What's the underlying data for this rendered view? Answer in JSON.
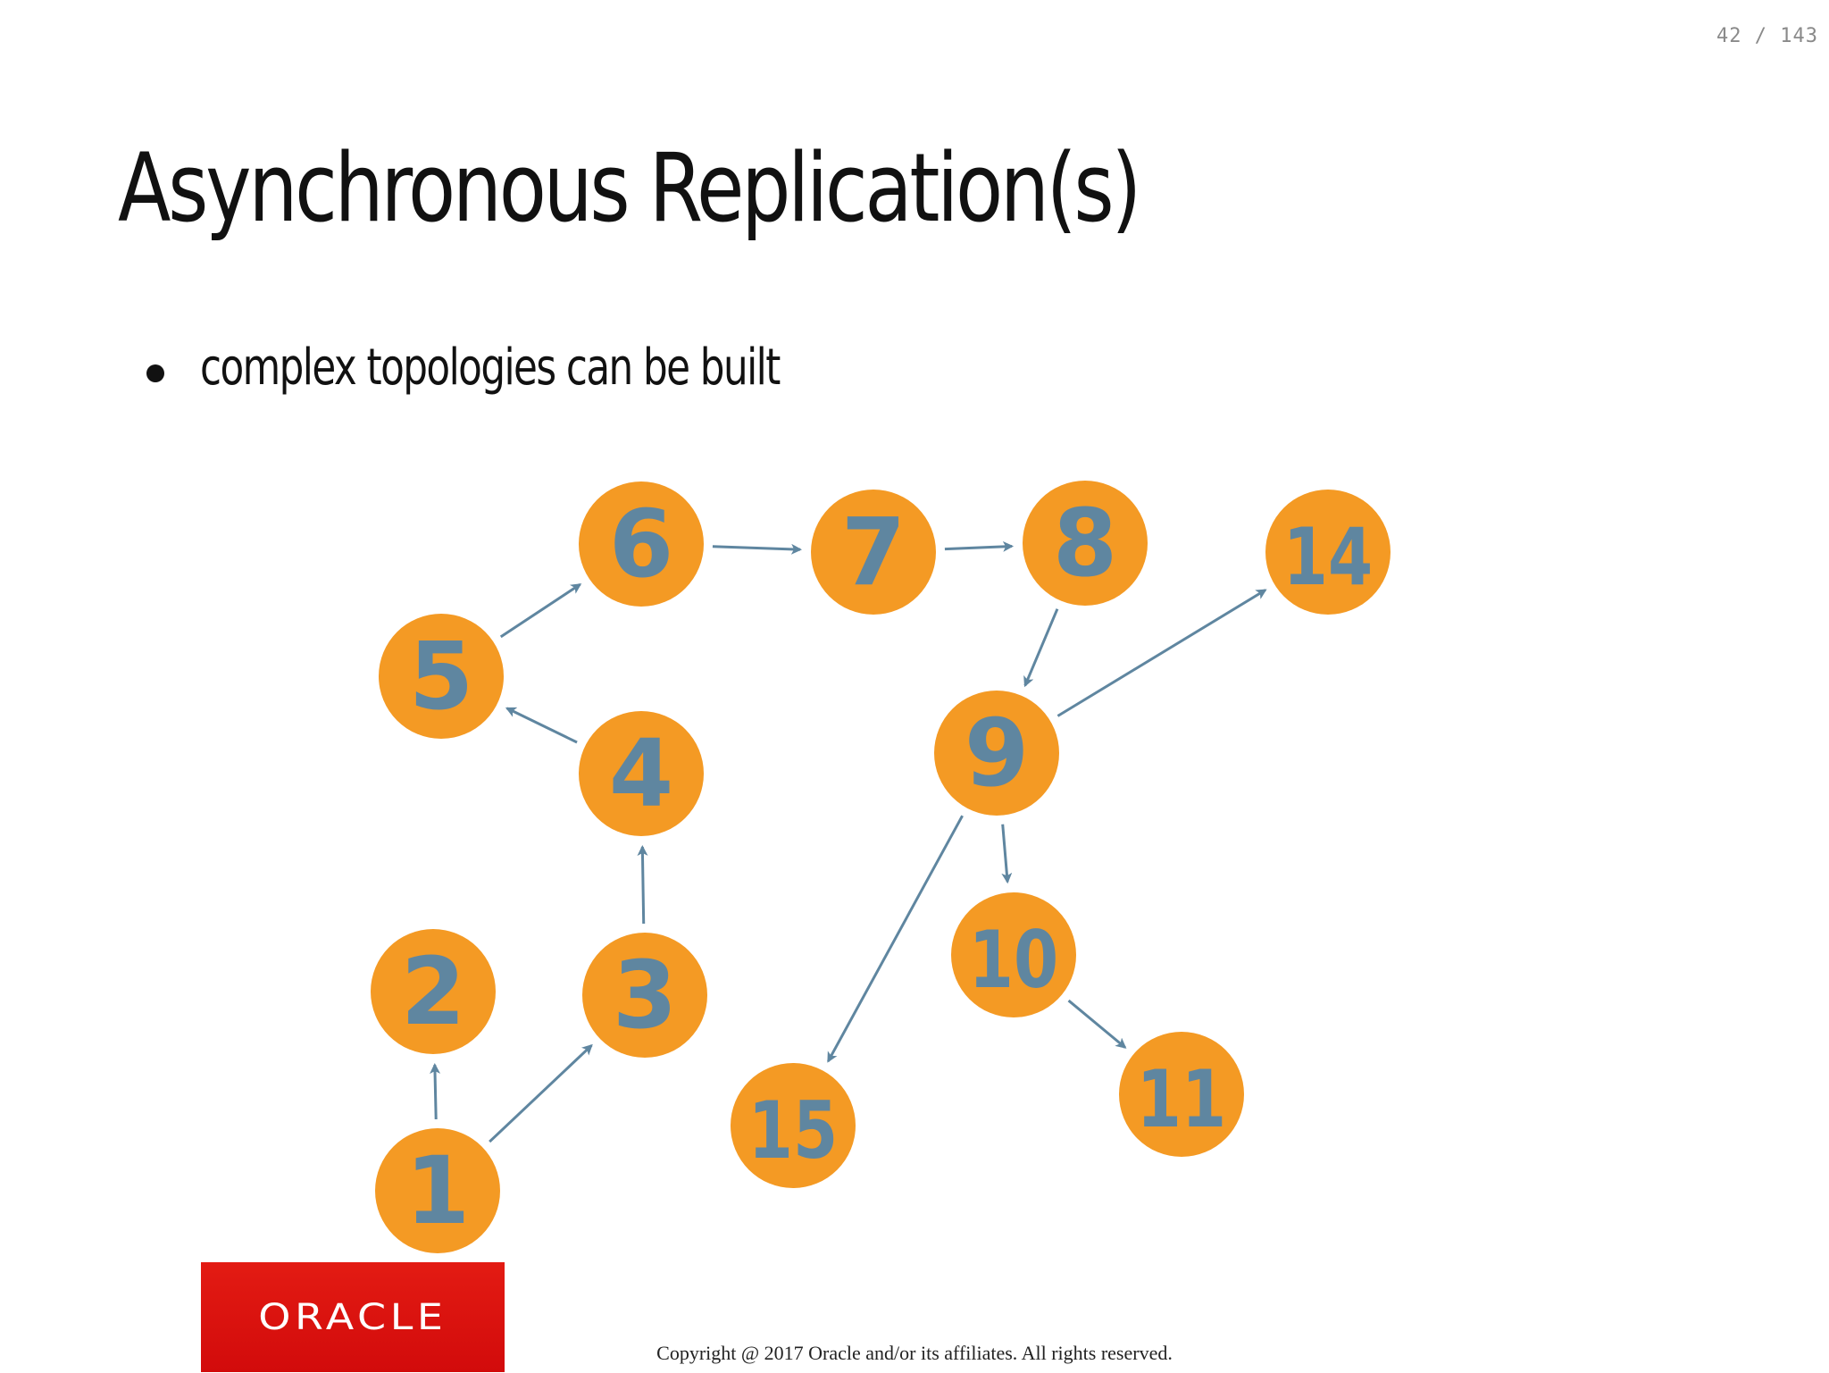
{
  "page_counter": "42 / 143",
  "title": "Asynchronous Replication(s)",
  "bullets": [
    {
      "text": "complex topologies can be built"
    }
  ],
  "topology": {
    "node_color": "#f49a24",
    "label_color": "#5f86a0",
    "edge_color": "#5f86a0",
    "nodes": [
      {
        "id": "1",
        "label": "1"
      },
      {
        "id": "2",
        "label": "2"
      },
      {
        "id": "3",
        "label": "3"
      },
      {
        "id": "4",
        "label": "4"
      },
      {
        "id": "5",
        "label": "5"
      },
      {
        "id": "6",
        "label": "6"
      },
      {
        "id": "7",
        "label": "7"
      },
      {
        "id": "8",
        "label": "8"
      },
      {
        "id": "9",
        "label": "9"
      },
      {
        "id": "10",
        "label": "10"
      },
      {
        "id": "11",
        "label": "11"
      },
      {
        "id": "14",
        "label": "14"
      },
      {
        "id": "15",
        "label": "15"
      }
    ],
    "edges": [
      {
        "from": "1",
        "to": "2"
      },
      {
        "from": "1",
        "to": "3"
      },
      {
        "from": "3",
        "to": "4"
      },
      {
        "from": "4",
        "to": "5"
      },
      {
        "from": "5",
        "to": "6"
      },
      {
        "from": "6",
        "to": "7"
      },
      {
        "from": "7",
        "to": "8"
      },
      {
        "from": "8",
        "to": "9"
      },
      {
        "from": "9",
        "to": "14"
      },
      {
        "from": "9",
        "to": "10"
      },
      {
        "from": "9",
        "to": "15"
      },
      {
        "from": "10",
        "to": "11"
      }
    ]
  },
  "logo": {
    "text": "ORACLE"
  },
  "copyright": "Copyright @ 2017 Oracle and/or its affiliates. All rights reserved."
}
